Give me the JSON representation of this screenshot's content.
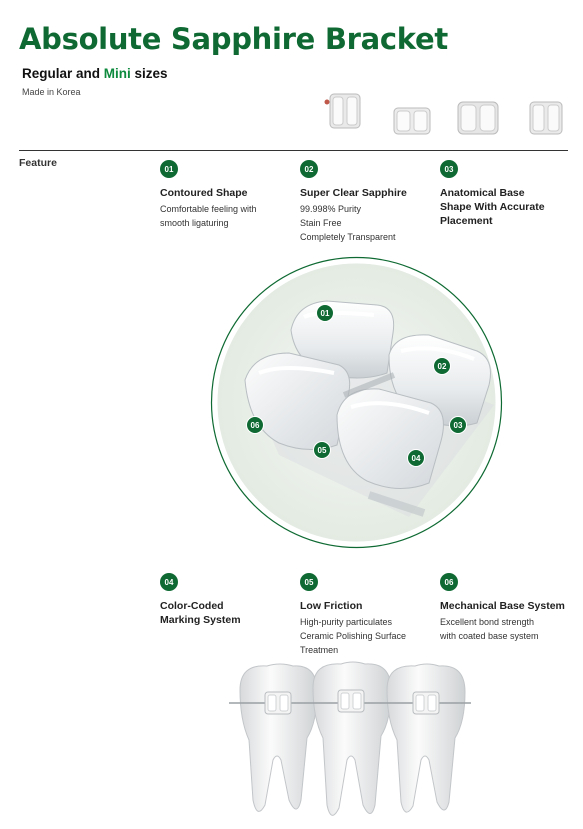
{
  "header": {
    "title": "Absolute Sapphire Bracket",
    "subtitle_pre": "Regular and ",
    "subtitle_accent": "Mini",
    "subtitle_post": " sizes",
    "origin": "Made in Korea"
  },
  "section_label": "Feature",
  "features": [
    {
      "num": "01",
      "title": "Contoured Shape",
      "desc": [
        "Comfortable feeling with",
        "smooth ligaturing"
      ]
    },
    {
      "num": "02",
      "title": "Super Clear Sapphire",
      "desc": [
        "99.998% Purity",
        "Stain Free",
        "Completely Transparent"
      ]
    },
    {
      "num": "03",
      "title": [
        "Anatomical Base",
        "Shape With Accurate",
        "Placement"
      ],
      "desc": []
    },
    {
      "num": "04",
      "title": [
        "Color-Coded",
        "Marking System"
      ],
      "desc": []
    },
    {
      "num": "05",
      "title": "Low Friction",
      "desc": [
        "High-purity particulates",
        "Ceramic Polishing Surface",
        "Treatmen"
      ]
    },
    {
      "num": "06",
      "title": "Mechanical Base System",
      "desc": [
        "Excellent bond strength",
        "with coated base system"
      ]
    }
  ],
  "diagram_markers": [
    "01",
    "02",
    "03",
    "04",
    "05",
    "06"
  ],
  "colors": {
    "brand_green": "#0e6a32",
    "accent_green": "#0e8a3e"
  }
}
